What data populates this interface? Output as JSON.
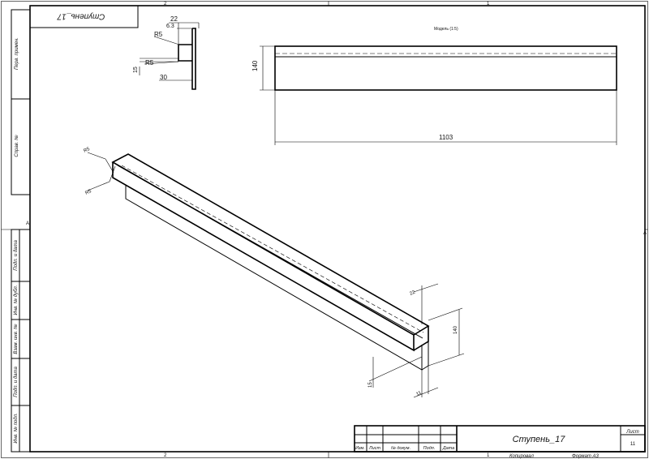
{
  "frame": {
    "zone_top_left": "2",
    "zone_top_right": "1",
    "zone_bottom_left": "2",
    "zone_bottom_right": "1",
    "zone_left_mid": "A",
    "zone_right_mid": "A"
  },
  "rotated_title": "Ступень_17",
  "left_margin": {
    "perv_primen": "Перв. примен.",
    "sprav_no": "Справ. №",
    "podp_data_1": "Подп. и дата",
    "inv_dubl": "Инв. № дубл.",
    "vzam_inv": "Взам. инв. №",
    "podp_data_2": "Подп. и дата",
    "inv_podl": "Инв. № подл."
  },
  "profile_view": {
    "dim_22": "22",
    "dim_63": "6.3",
    "dim_r5_top": "R5",
    "dim_r5_bottom": "R5",
    "dim_15": "15",
    "dim_30": "30"
  },
  "top_view": {
    "caption": "Модель (1:5)",
    "dim_140": "140",
    "dim_1103": "1103"
  },
  "iso_view": {
    "dim_r5_a": "R5",
    "dim_r5_b": "R5",
    "dim_22": "22",
    "dim_140": "140",
    "dim_15": "15",
    "dim_11": "11"
  },
  "title_block": {
    "name": "Ступень_17",
    "sheet_label": "Лист",
    "sheet_no": "11",
    "col_izm": "Изм.",
    "col_list": "Лист",
    "col_doc": "№ докум.",
    "col_podp": "Подп.",
    "col_data": "Дата",
    "copied": "Копировал",
    "format": "Формат А3"
  }
}
